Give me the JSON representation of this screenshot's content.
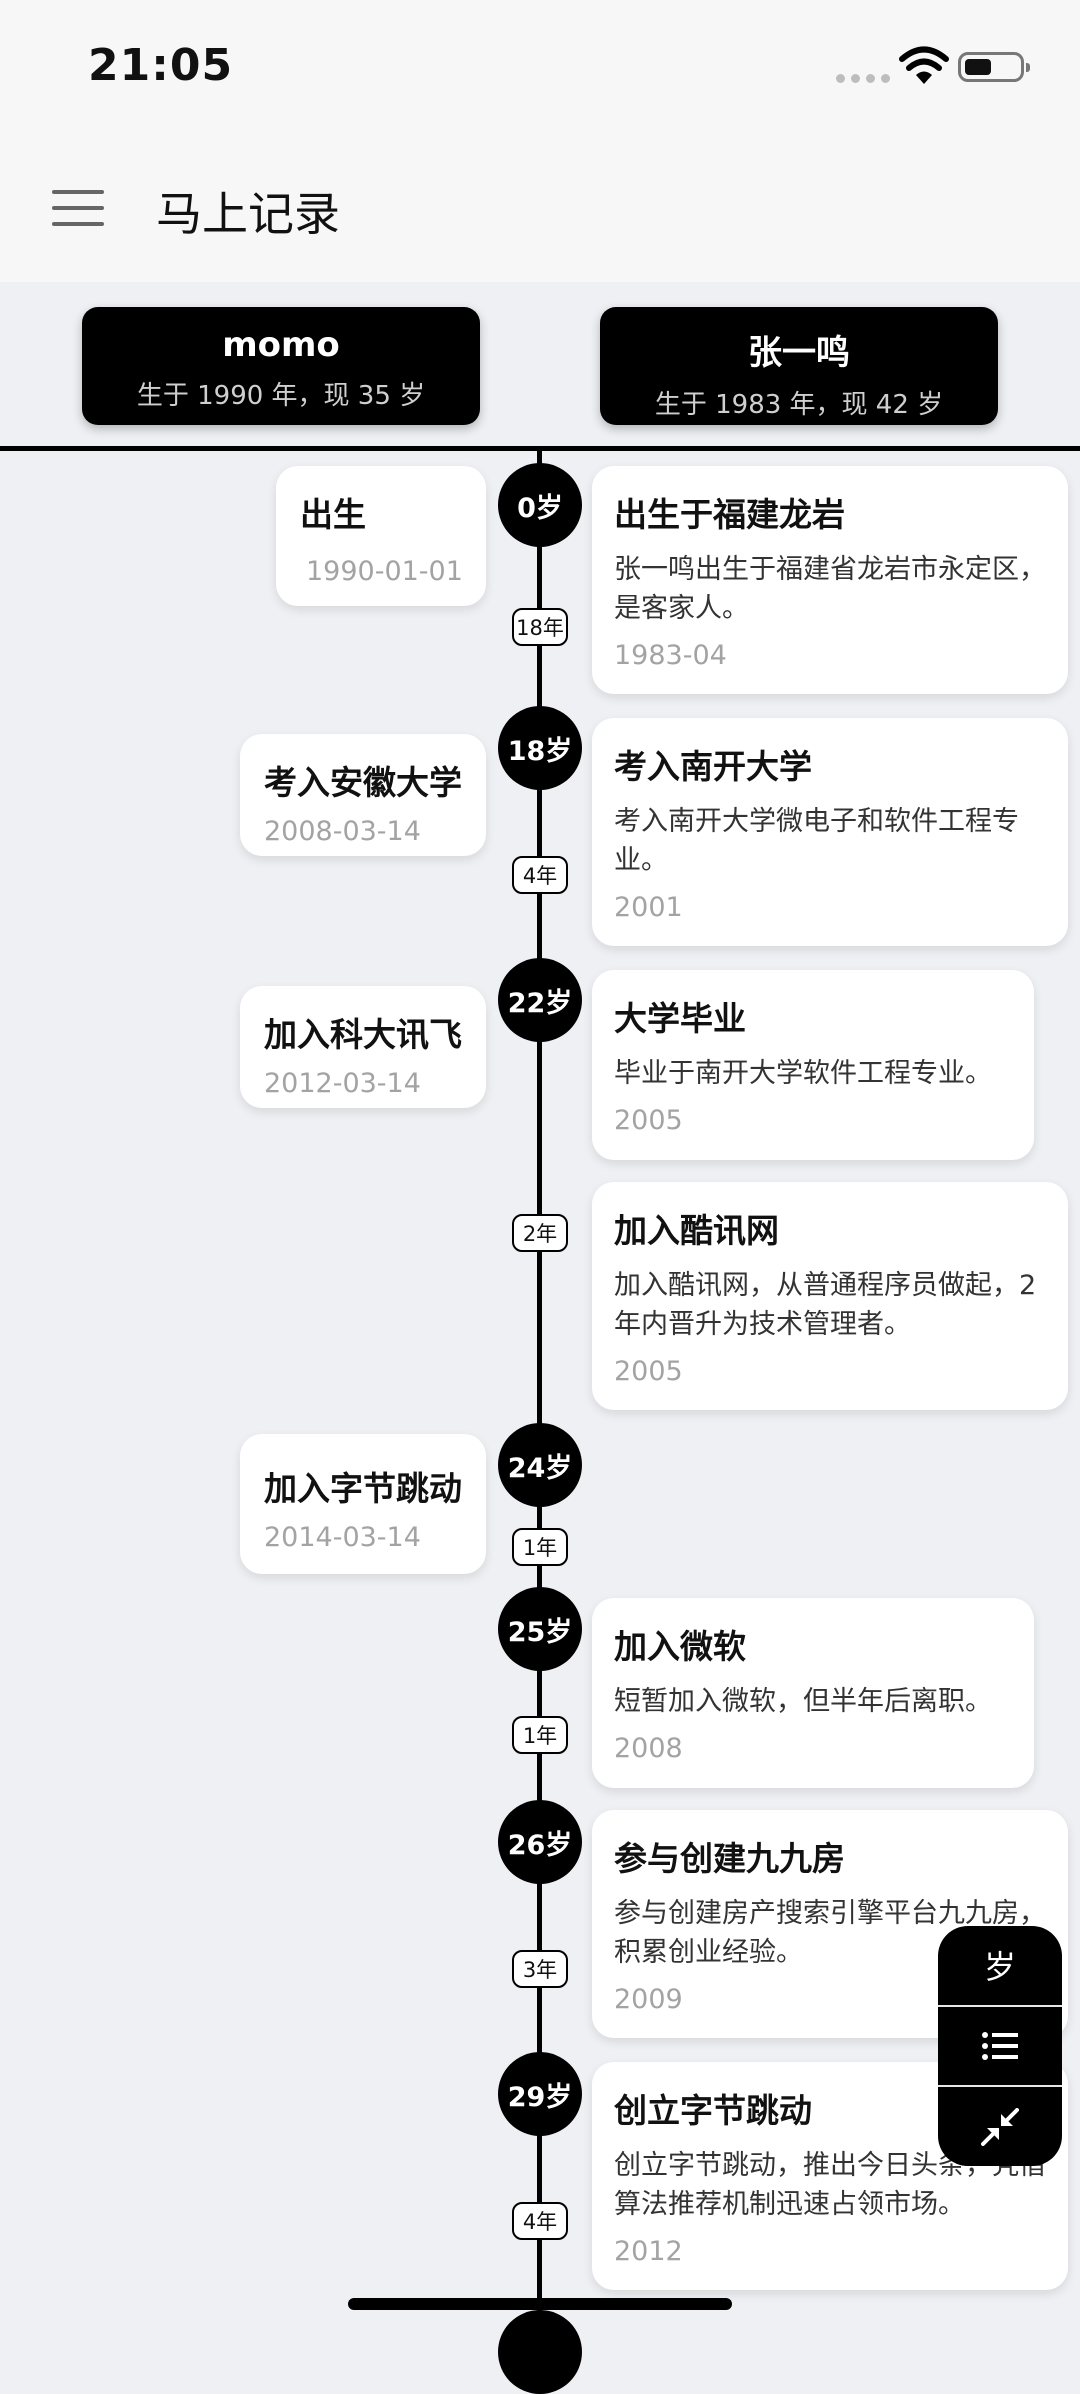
{
  "status_bar": {
    "time": "21:05"
  },
  "app_bar": {
    "title": "马上记录"
  },
  "people": [
    {
      "name": "momo",
      "subtitle": "生于 1990 年，现 35 岁"
    },
    {
      "name": "张一鸣",
      "subtitle": "生于 1983 年，现 42 岁"
    }
  ],
  "timeline": {
    "ages": [
      "0岁",
      "18岁",
      "22岁",
      "24岁",
      "25岁",
      "26岁",
      "29岁"
    ],
    "gaps": [
      "18年",
      "4年",
      "2年",
      "1年",
      "1年",
      "3年",
      "4年"
    ],
    "left_events": [
      {
        "title": "出生",
        "date": "1990-01-01"
      },
      {
        "title": "考入安徽大学",
        "date": "2008-03-14"
      },
      {
        "title": "加入科大讯飞",
        "date": "2012-03-14"
      },
      {
        "title": "加入字节跳动",
        "date": "2014-03-14"
      }
    ],
    "right_events": [
      {
        "title": "出生于福建龙岩",
        "desc": "张一鸣出生于福建省龙岩市永定区，是客家人。",
        "date": "1983-04"
      },
      {
        "title": "考入南开大学",
        "desc": "考入南开大学微电子和软件工程专业。",
        "date": "2001"
      },
      {
        "title": "大学毕业",
        "desc": "毕业于南开大学软件工程专业。",
        "date": "2005"
      },
      {
        "title": "加入酷讯网",
        "desc": "加入酷讯网，从普通程序员做起，2年内晋升为技术管理者。",
        "date": "2005"
      },
      {
        "title": "加入微软",
        "desc": "短暂加入微软，但半年后离职。",
        "date": "2008"
      },
      {
        "title": "参与创建九九房",
        "desc": "参与创建房产搜索引擎平台九九房，积累创业经验。",
        "date": "2009"
      },
      {
        "title": "创立字节跳动",
        "desc": "创立字节跳动，推出今日头条，凭借算法推荐机制迅速占领市场。",
        "date": "2012"
      }
    ]
  },
  "fab": {
    "age_label": "岁",
    "icons": [
      "list-icon",
      "collapse-icon"
    ]
  }
}
